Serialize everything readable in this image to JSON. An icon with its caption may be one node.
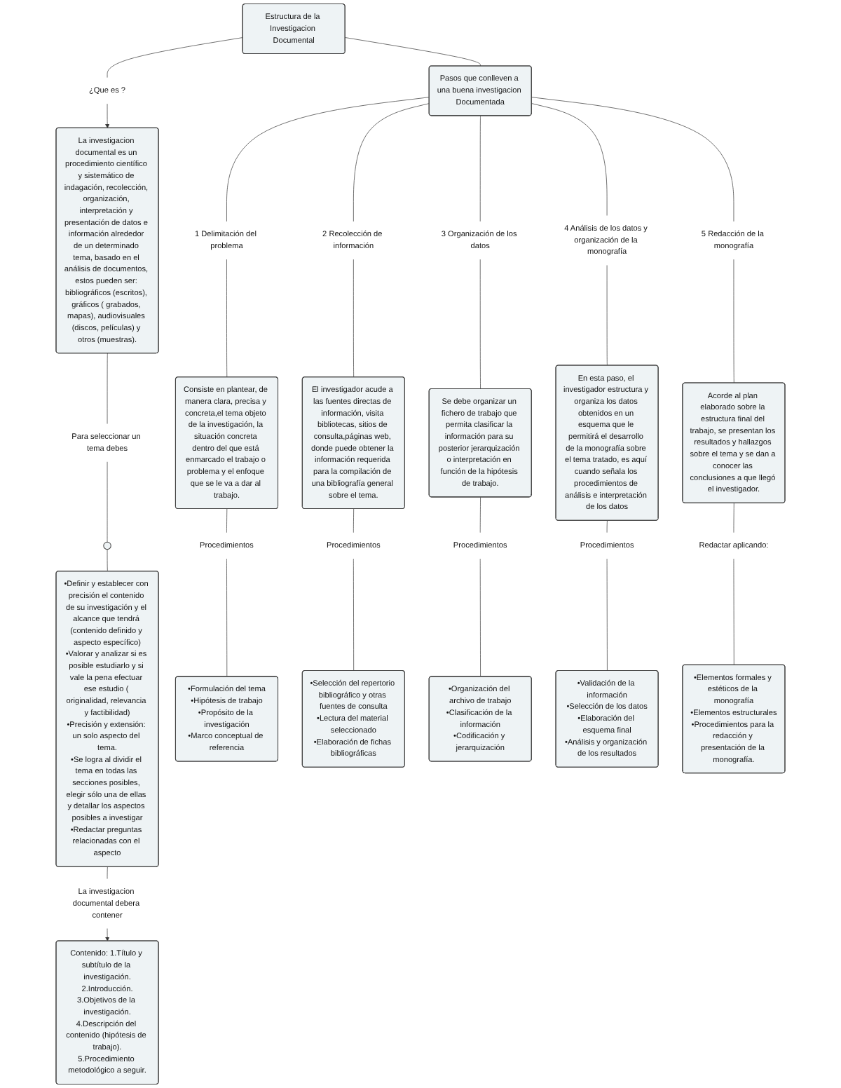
{
  "diagram": {
    "nodes": [
      {
        "text": [
          "Estructura de la Investigacion Documental"
        ]
      },
      {
        "text": [
          "¿Que es ?"
        ]
      },
      {
        "text": [
          "La investigacion documental es un procedimiento científico y sistemático de indagación, recolección, organización, interpretación y presentación de datos e información alrededor de un determinado tema, basado en el análisis de documentos, estos pueden ser: bibliográficos (escritos), gráficos ( grabados, mapas), audiovisuales (discos, películas) y otros (muestras)."
        ]
      },
      {
        "text": [
          "Para seleccionar un tema debes"
        ]
      },
      {
        "text": [],
        "shape": "circle"
      },
      {
        "text": [
          "•Definir y establecer con precisión el contenido de su investigación y el alcance que tendrá (contenido definido y aspecto específico)",
          "•Valorar y analizar si es posible estudiarlo y si vale la pena efectuar ese estudio ( originalidad, relevancia y factibilidad)",
          "•Precisión y extensión: un solo aspecto del tema.",
          "•Se logra al dividir el tema en todas las secciones posibles, elegir sólo una de ellas y detallar los aspectos posibles a investigar",
          "•Redactar preguntas relacionadas con el aspecto"
        ]
      },
      {
        "text": [
          "La investigacion documental debera contener"
        ]
      },
      {
        "text": [
          "Contenido: 1.Título y subtítulo de la investigación.",
          "2.Introducción.",
          "3.Objetivos de la investigación.",
          "4.Descripción del contenido (hipótesis de trabajo).",
          "5.Procedimiento metodológico a seguir."
        ]
      },
      {
        "text": [
          "Pasos que conlleven a una buena investigacion Documentada"
        ]
      },
      {
        "text": [
          "1 Delimitación del problema"
        ]
      },
      {
        "text": [
          "Consiste en plantear, de manera clara, precisa y concreta,el tema objeto de la investigación, la situación concreta dentro del que está enmarcado el trabajo o problema y el enfoque que se le va a dar al trabajo."
        ]
      },
      {
        "text": [
          "Procedimientos"
        ]
      },
      {
        "text": [
          "•Formulación del tema",
          "•Hipótesis de trabajo",
          "•Propósito de la investigación",
          "•Marco conceptual de referencia"
        ]
      },
      {
        "text": [
          "2 Recolección de información"
        ]
      },
      {
        "text": [
          "El investigador acude a las fuentes directas de información, visita bibliotecas, sitios de consulta,páginas web, donde puede obtener la información requerida para la compilación de una bibliografía general sobre el tema."
        ]
      },
      {
        "text": [
          "Procedimientos"
        ]
      },
      {
        "text": [
          "•Selección del repertorio bibliográfico y otras fuentes de consulta",
          "•Lectura del material seleccionado",
          "•Elaboración de fichas bibliográficas"
        ]
      },
      {
        "text": [
          "3 Organización de los datos"
        ]
      },
      {
        "text": [
          "Se debe organizar un fichero de trabajo que permita clasificar la información para su posterior jerarquización o interpretación en función de la hipótesis de trabajo."
        ]
      },
      {
        "text": [
          "Procedimientos"
        ]
      },
      {
        "text": [
          "•Organización del archivo de trabajo",
          "•Clasificación de la información",
          "•Codificación y jerarquización"
        ]
      },
      {
        "text": [
          "4 Análisis de los datos y organización de la monografía"
        ]
      },
      {
        "text": [
          "En esta paso, el investigador estructura y organiza los datos obtenidos en un esquema que le permitirá el desarrollo de la monografía sobre el tema tratado, es aquí cuando señala los procedimientos de análisis e interpretación de los datos"
        ]
      },
      {
        "text": [
          "Procedimientos"
        ]
      },
      {
        "text": [
          "•Validación de la información",
          "•Selección de los datos",
          "•Elaboración del esquema final",
          "•Análisis y organización de los resultados"
        ]
      },
      {
        "text": [
          "5 Redacción de la monografía"
        ]
      },
      {
        "text": [
          "Acorde al plan elaborado sobre la estructura final del trabajo, se presentan los resultados y hallazgos sobre el tema y se dan a conocer las conclusiones a que llegó el investigador."
        ]
      },
      {
        "text": [
          "Redactar aplicando:"
        ]
      },
      {
        "text": [
          "•Elementos formales y estéticos de la monografía",
          "•Elementos estructurales",
          "•Procedimientos para la redacción y presentación de la monografía."
        ]
      }
    ],
    "edges": [
      {
        "from": 0,
        "to": 1,
        "arrow": "none"
      },
      {
        "from": 1,
        "to": 2,
        "arrow": "to"
      },
      {
        "from": 2,
        "to": 3,
        "arrow": "none"
      },
      {
        "from": 3,
        "to": 4,
        "arrow": "none"
      },
      {
        "from": 4,
        "to": 5,
        "arrow": "none"
      },
      {
        "from": 5,
        "to": 6,
        "arrow": "none"
      },
      {
        "from": 6,
        "to": 7,
        "arrow": "to"
      },
      {
        "from": 0,
        "to": 8,
        "arrow": "none"
      },
      {
        "from": 8,
        "to": 9,
        "arrow": "none"
      },
      {
        "from": 8,
        "to": 13,
        "arrow": "none"
      },
      {
        "from": 8,
        "to": 17,
        "arrow": "none"
      },
      {
        "from": 8,
        "to": 21,
        "arrow": "none"
      },
      {
        "from": 8,
        "to": 25,
        "arrow": "none"
      },
      {
        "from": 9,
        "to": 10,
        "arrow": "none"
      },
      {
        "from": 10,
        "to": 11,
        "arrow": "none"
      },
      {
        "from": 11,
        "to": 12,
        "arrow": "none"
      },
      {
        "from": 13,
        "to": 14,
        "arrow": "none"
      },
      {
        "from": 14,
        "to": 15,
        "arrow": "none"
      },
      {
        "from": 15,
        "to": 16,
        "arrow": "none"
      },
      {
        "from": 17,
        "to": 18,
        "arrow": "none"
      },
      {
        "from": 18,
        "to": 19,
        "arrow": "none"
      },
      {
        "from": 19,
        "to": 20,
        "arrow": "none"
      },
      {
        "from": 21,
        "to": 22,
        "arrow": "none"
      },
      {
        "from": 22,
        "to": 23,
        "arrow": "none"
      },
      {
        "from": 23,
        "to": 24,
        "arrow": "none"
      },
      {
        "from": 25,
        "to": 26,
        "arrow": "none"
      },
      {
        "from": 26,
        "to": 27,
        "arrow": "none"
      },
      {
        "from": 27,
        "to": 28,
        "arrow": "none"
      }
    ]
  }
}
